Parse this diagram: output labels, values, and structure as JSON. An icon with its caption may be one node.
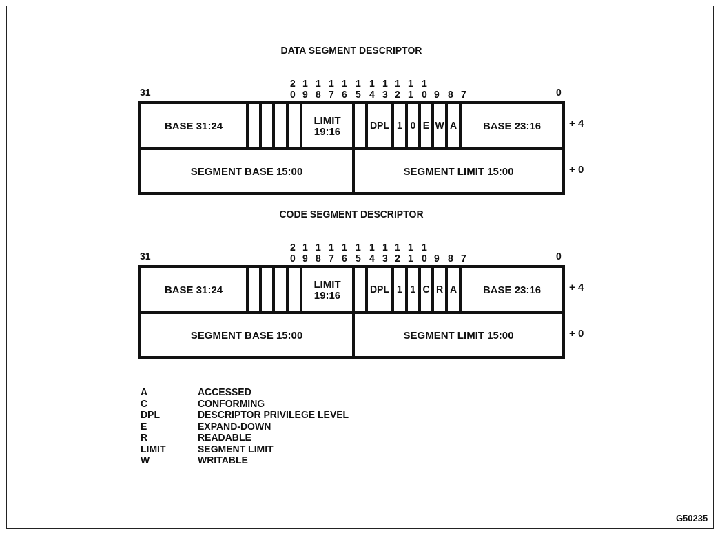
{
  "diagram": {
    "nodes": [
      {
        "text": [
          "BASE 31:24"
        ]
      },
      {
        "text": [],
        "shape": "box"
      },
      {
        "text": [],
        "shape": "box"
      },
      {
        "text": [],
        "shape": "box"
      },
      {
        "text": [],
        "shape": "box"
      },
      {
        "text": [
          "LIMIT 19:16"
        ]
      },
      {
        "text": [],
        "shape": "box"
      },
      {
        "text": [
          "DPL"
        ]
      },
      {
        "text": [
          "1"
        ]
      },
      {
        "text": [
          "0"
        ]
      },
      {
        "text": [
          "E"
        ]
      },
      {
        "text": [
          "W"
        ]
      },
      {
        "text": [
          "A"
        ]
      },
      {
        "text": [
          "BASE 23:16"
        ]
      },
      {
        "text": [
          "SEGMENT BASE 15:00"
        ]
      },
      {
        "text": [
          "SEGMENT LIMIT 15:00"
        ]
      },
      {
        "text": [
          "BASE 31:24"
        ]
      },
      {
        "text": [],
        "shape": "box"
      },
      {
        "text": [],
        "shape": "box"
      },
      {
        "text": [],
        "shape": "box"
      },
      {
        "text": [],
        "shape": "box"
      },
      {
        "text": [
          "LIMIT 19:16"
        ]
      },
      {
        "text": [],
        "shape": "box"
      },
      {
        "text": [
          "DPL"
        ]
      },
      {
        "text": [
          "1"
        ]
      },
      {
        "text": [
          "1"
        ]
      },
      {
        "text": [
          "C"
        ]
      },
      {
        "text": [
          "R"
        ]
      },
      {
        "text": [
          "A"
        ]
      },
      {
        "text": [
          "BASE 23:16"
        ]
      },
      {
        "text": [
          "SEGMENT BASE 15:00"
        ]
      },
      {
        "text": [
          "SEGMENT LIMIT 15:00"
        ]
      }
    ],
    "labels": [
      "DATA SEGMENT DESCRIPTOR",
      "31",
      "20",
      "19",
      "18",
      "17",
      "16",
      "15",
      "14",
      "13",
      "12",
      "11",
      "10",
      "9",
      "8",
      "7",
      "0",
      "+ 4",
      "+ 0",
      "CODE SEGMENT DESCRIPTOR",
      "31",
      "20",
      "19",
      "18",
      "17",
      "16",
      "15",
      "14",
      "13",
      "12",
      "11",
      "10",
      "9",
      "8",
      "7",
      "0",
      "+ 4",
      "+ 0",
      "A",
      "ACCESSED",
      "C",
      "CONFORMING",
      "DPL",
      "DESCRIPTOR PRIVILEGE LEVEL",
      "E",
      "EXPAND-DOWN",
      "R",
      "READABLE",
      "LIMIT",
      "SEGMENT LIMIT",
      "W",
      "WRITABLE",
      "G50235"
    ]
  }
}
